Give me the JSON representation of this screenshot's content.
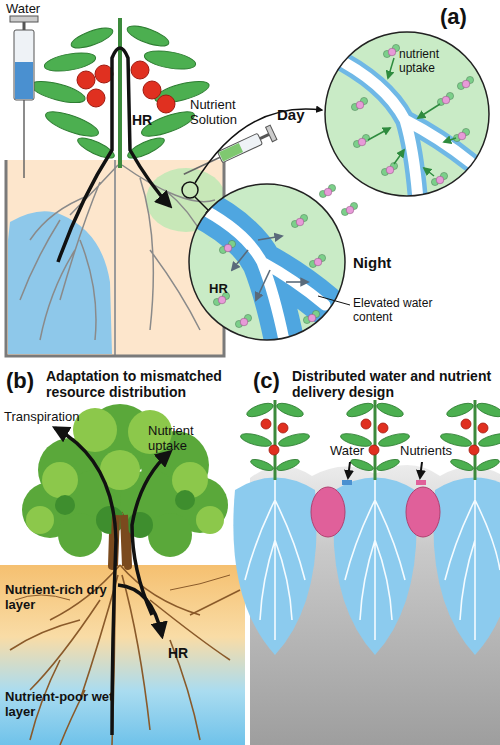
{
  "diagram": {
    "nodes": [
      {
        "text": [
          "Day",
          "nutrient uptake"
        ]
      },
      {
        "text": [
          "Night",
          "HR"
        ]
      },
      {
        "text": [
          "Nutrient-rich dry layer"
        ]
      },
      {
        "text": [
          "Nutrient-poor wet layer"
        ]
      }
    ],
    "labels": [
      "Water",
      "Nutrient Solution",
      "HR",
      "(a)",
      "Elevated water content",
      "(b)",
      "Adaptation to mismatched resource distribution",
      "Transpiration",
      "Nutrient uptake",
      "HR",
      "(c)",
      "Distributed water and nutrient delivery design",
      "Water",
      "Nutrients"
    ]
  }
}
